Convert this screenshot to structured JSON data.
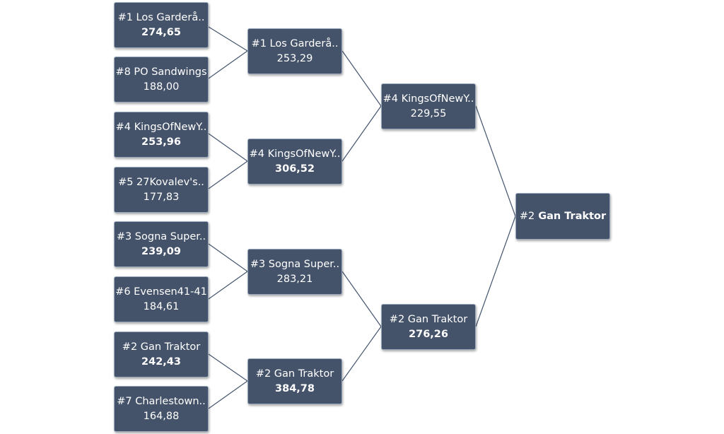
{
  "round1": [
    {
      "name": "#1 Los Garderå..",
      "score": "274,65",
      "winner": true
    },
    {
      "name": "#8 PO Sandwings",
      "score": "188,00",
      "winner": false
    },
    {
      "name": "#4 KingsOfNewY..",
      "score": "253,96",
      "winner": true
    },
    {
      "name": "#5 27Kovalev's..",
      "score": "177,83",
      "winner": false
    },
    {
      "name": "#3 Sogna Super..",
      "score": "239,09",
      "winner": true
    },
    {
      "name": "#6 Evensen41-41",
      "score": "184,61",
      "winner": false
    },
    {
      "name": "#2 Gan Traktor",
      "score": "242,43",
      "winner": true
    },
    {
      "name": "#7 Charlestown..",
      "score": "164,88",
      "winner": false
    }
  ],
  "round2": [
    {
      "name": "#1 Los Garderå..",
      "score": "253,29",
      "winner": false
    },
    {
      "name": "#4 KingsOfNewY..",
      "score": "306,52",
      "winner": true
    },
    {
      "name": "#3 Sogna Super..",
      "score": "283,21",
      "winner": false
    },
    {
      "name": "#2 Gan Traktor",
      "score": "384,78",
      "winner": true
    }
  ],
  "round3": [
    {
      "name": "#4 KingsOfNewY..",
      "score": "229,55",
      "winner": false
    },
    {
      "name": "#2 Gan Traktor",
      "score": "276,26",
      "winner": true
    }
  ],
  "champion": {
    "seed": "#2",
    "team": "Gan Traktor"
  }
}
